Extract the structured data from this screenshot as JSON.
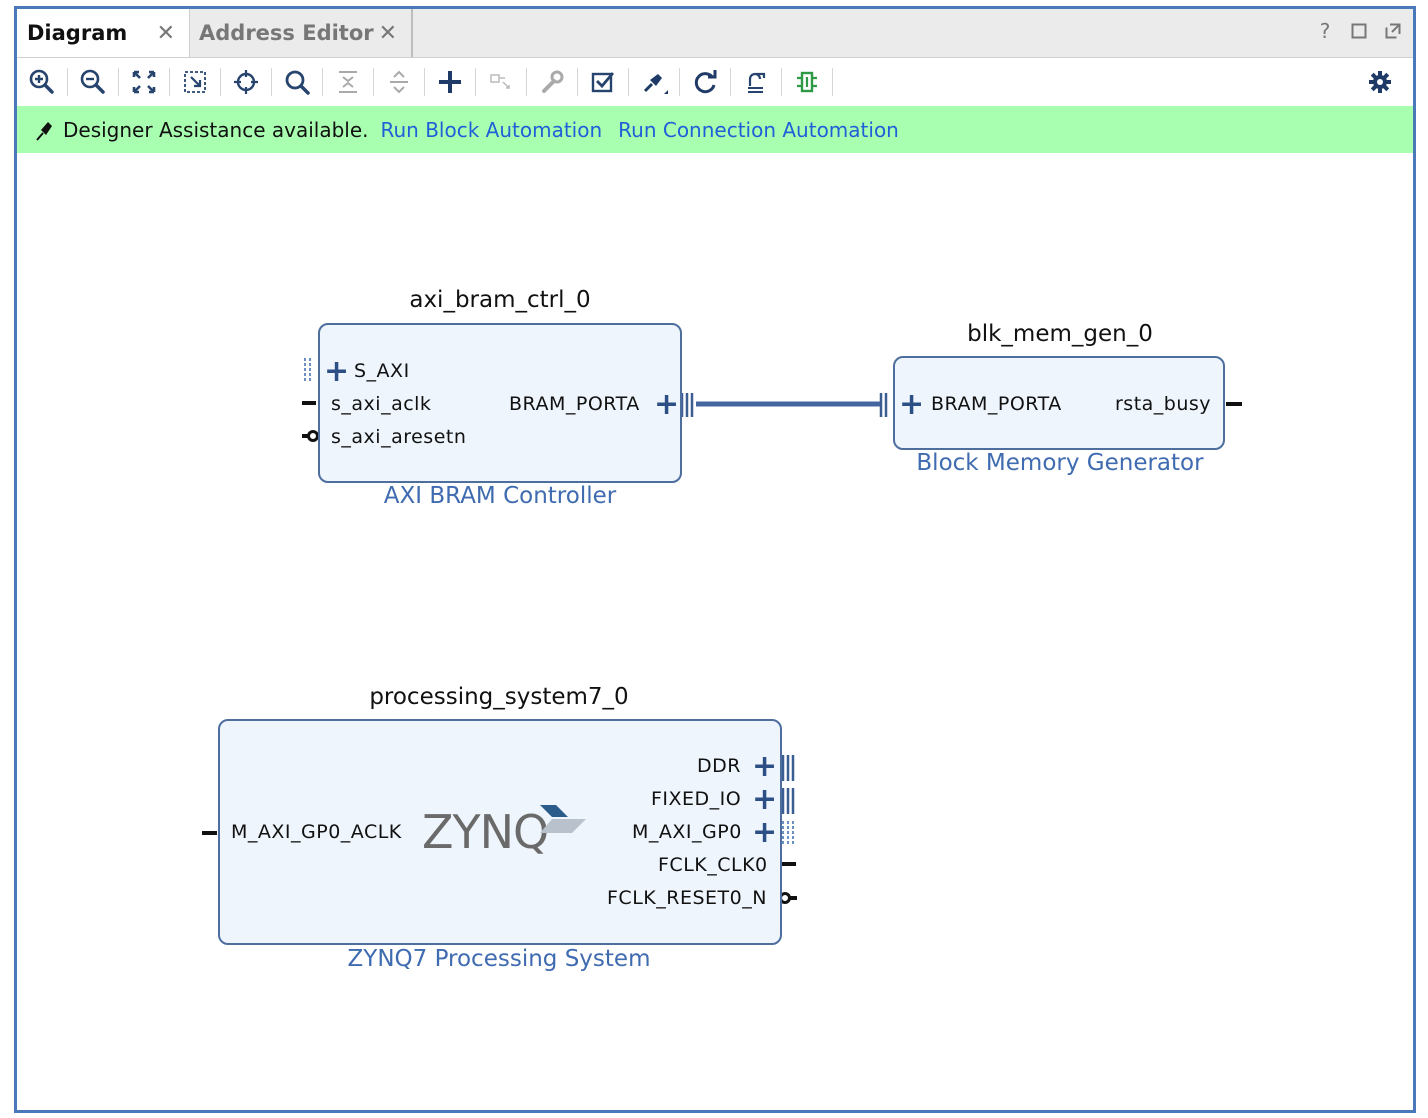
{
  "tabs": [
    {
      "label": "Diagram",
      "active": true
    },
    {
      "label": "Address Editor",
      "active": false
    }
  ],
  "window_controls": [
    "help-icon",
    "restore-icon",
    "float-icon"
  ],
  "toolbar_icons": [
    "zoom-in-icon",
    "zoom-out-icon",
    "fit-icon",
    "zoom-area-icon",
    "center-icon",
    "search-icon",
    "collapse-icon",
    "expand-icon",
    "add-ip-icon",
    "add-port-icon",
    "wrench-icon",
    "validate-icon",
    "pin-icon",
    "refresh-icon",
    "layout-icon",
    "module-icon"
  ],
  "banner": {
    "text": "Designer Assistance available.",
    "run_block": "Run Block Automation",
    "run_connection": "Run Connection Automation"
  },
  "colors": {
    "frame_border": "#4a78b8",
    "banner_bg": "#a9ffb0",
    "link": "#1f5fd8",
    "block_fill": "#eef5fc",
    "block_border": "#4e6f9e",
    "ip_name": "#3f6bb0"
  },
  "blocks": {
    "bram_ctrl": {
      "instance": "axi_bram_ctrl_0",
      "ip_name": "AXI BRAM Controller",
      "ports_left": [
        "S_AXI",
        "s_axi_aclk",
        "s_axi_aresetn"
      ],
      "ports_right": [
        "BRAM_PORTA"
      ]
    },
    "blk_mem": {
      "instance": "blk_mem_gen_0",
      "ip_name": "Block Memory Generator",
      "ports_left": [
        "BRAM_PORTA"
      ],
      "ports_right": [
        "rsta_busy"
      ]
    },
    "ps7": {
      "instance": "processing_system7_0",
      "ip_name": "ZYNQ7 Processing System",
      "logo": "ZYNQ",
      "ports_left": [
        "M_AXI_GP0_ACLK"
      ],
      "ports_right": [
        "DDR",
        "FIXED_IO",
        "M_AXI_GP0",
        "FCLK_CLK0",
        "FCLK_RESET0_N"
      ]
    }
  }
}
